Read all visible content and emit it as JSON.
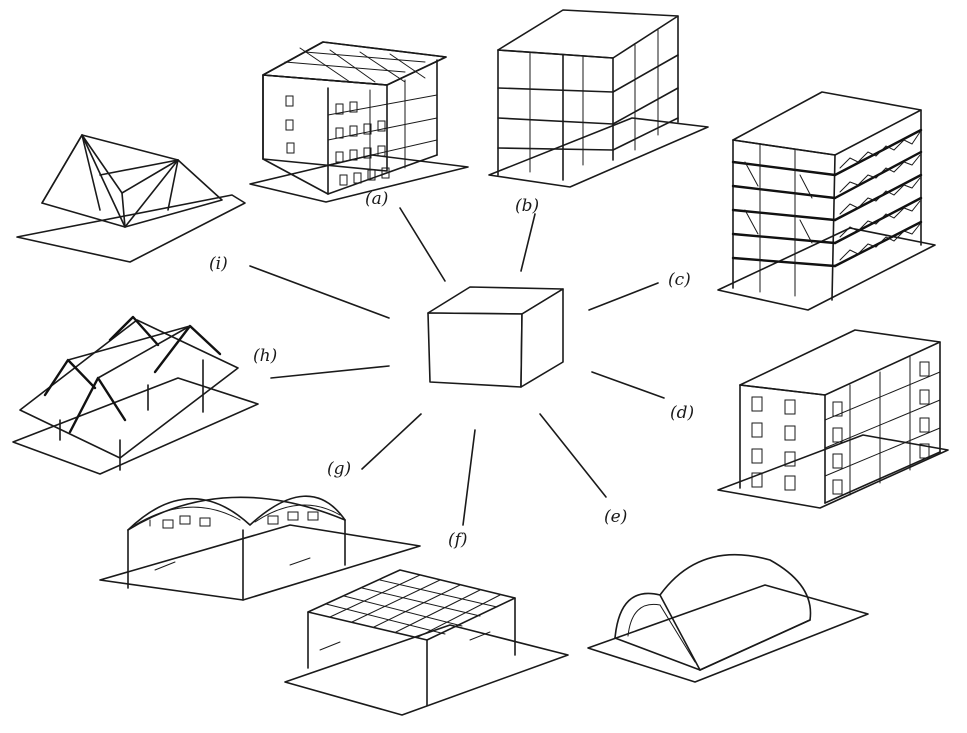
{
  "labels": {
    "a": "(a)",
    "b": "(b)",
    "c": "(c)",
    "d": "(d)",
    "e": "(e)",
    "f": "(f)",
    "g": "(g)",
    "h": "(h)",
    "i": "(i)"
  },
  "colors": {
    "ink": "#1a1a1a",
    "paper": "#ffffff"
  }
}
